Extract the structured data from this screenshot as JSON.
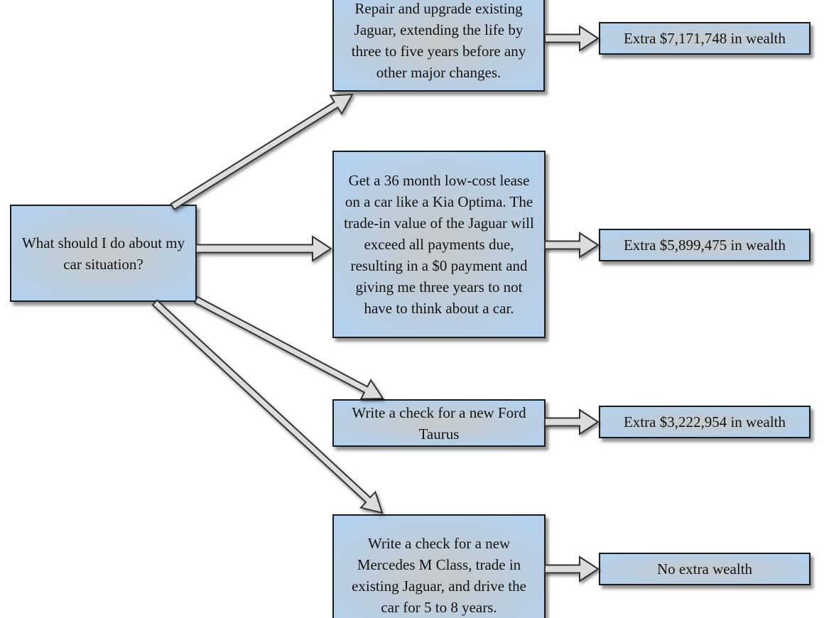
{
  "diagram": {
    "root": {
      "id": "root",
      "text": "What should I do about my car situation?"
    },
    "options": [
      {
        "id": "option-1",
        "text": "Repair and upgrade existing Jaguar, extending the life by three to five years before any other major changes."
      },
      {
        "id": "option-2",
        "text": "Get a 36 month low-cost lease on a car like a Kia Optima.  The trade-in value of the Jaguar will exceed all payments due, resulting in a $0 payment and giving me three years to not have to think about a car."
      },
      {
        "id": "option-3",
        "text": "Write a check for a new Ford Taurus"
      },
      {
        "id": "option-4",
        "text": "Write a check for a new Mercedes M Class, trade in existing Jaguar, and drive the car for 5 to 8 years."
      }
    ],
    "outcomes": [
      {
        "id": "outcome-1",
        "text": "Extra $7,171,748 in wealth"
      },
      {
        "id": "outcome-2",
        "text": "Extra $5,899,475 in wealth"
      },
      {
        "id": "outcome-3",
        "text": "Extra $3,222,954 in wealth"
      },
      {
        "id": "outcome-4",
        "text": "No extra wealth"
      }
    ],
    "connections": [
      {
        "from": "root",
        "to": "option-1"
      },
      {
        "from": "root",
        "to": "option-2"
      },
      {
        "from": "root",
        "to": "option-3"
      },
      {
        "from": "root",
        "to": "option-4"
      },
      {
        "from": "option-1",
        "to": "outcome-1"
      },
      {
        "from": "option-2",
        "to": "outcome-2"
      },
      {
        "from": "option-3",
        "to": "outcome-3"
      },
      {
        "from": "option-4",
        "to": "outcome-4"
      }
    ],
    "colors": {
      "canvas_background": "#ffffff",
      "node_fill_edge": "#b5d0ec",
      "node_fill_center": "#c7cac9",
      "node_border": "#1a1a1a",
      "node_text": "#131313",
      "arrow_fill": "#dcdcdc",
      "arrow_stroke": "#333333"
    }
  }
}
